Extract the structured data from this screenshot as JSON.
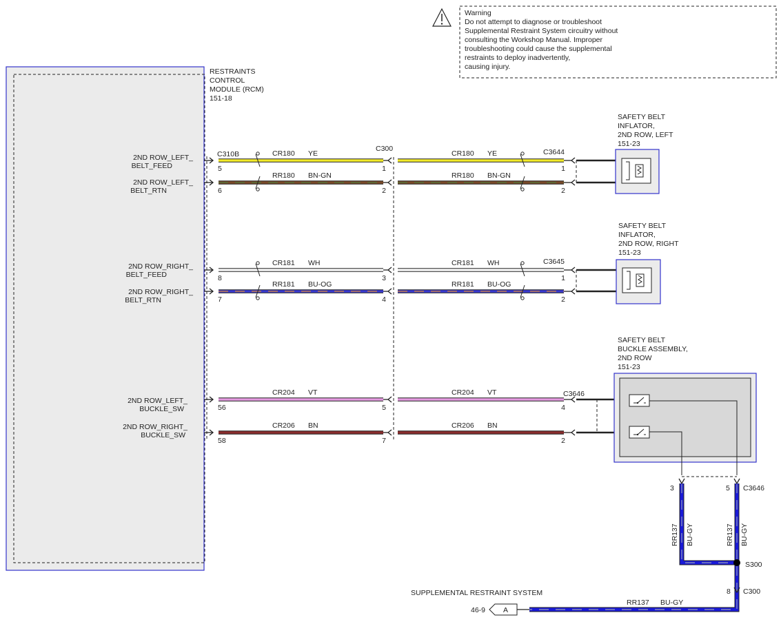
{
  "warning": {
    "title": "Warning",
    "lines": [
      "Do not attempt to diagnose or troubleshoot",
      "Supplemental Restraint System circuitry without",
      "consulting the Workshop Manual. Improper",
      "troubleshooting could cause the supplemental",
      "restraints to deploy inadvertently,",
      "causing injury."
    ]
  },
  "rcm": {
    "label_lines": [
      "RESTRAINTS",
      "CONTROL",
      "MODULE (RCM)",
      "151-18"
    ],
    "connector": "C310B"
  },
  "inline_connector": "C300",
  "pins": [
    {
      "lines": [
        "2ND ROW_LEFT_",
        "BELT_FEED"
      ]
    },
    {
      "lines": [
        "2ND ROW_LEFT_",
        "BELT_RTN"
      ]
    },
    {
      "lines": [
        "2ND ROW_RIGHT_",
        "BELT_FEED"
      ]
    },
    {
      "lines": [
        "2ND ROW_RIGHT_",
        "BELT_RTN"
      ]
    },
    {
      "lines": [
        "2ND ROW_LEFT_",
        "BUCKLE_SW"
      ]
    },
    {
      "lines": [
        "2ND ROW_RIGHT_",
        "BUCKLE_SW"
      ]
    }
  ],
  "circuits": [
    {
      "circuit": "CR180",
      "color_code": "YE",
      "rcm_pin": "5",
      "c300_pin": "1",
      "end_pin": "1",
      "wire_color": "#f2ea2a",
      "stripe": ""
    },
    {
      "circuit": "RR180",
      "color_code": "BN-GN",
      "rcm_pin": "6",
      "c300_pin": "2",
      "end_pin": "2",
      "wire_color": "#7a4a2a",
      "stripe": "#4e7a3a"
    },
    {
      "circuit": "CR181",
      "color_code": "WH",
      "rcm_pin": "8",
      "c300_pin": "3",
      "end_pin": "1",
      "wire_color": "#f4f4f4",
      "stripe": ""
    },
    {
      "circuit": "RR181",
      "color_code": "BU-OG",
      "rcm_pin": "7",
      "c300_pin": "4",
      "end_pin": "2",
      "wire_color": "#3a3ad0",
      "stripe": "#e08a30"
    },
    {
      "circuit": "CR204",
      "color_code": "VT",
      "rcm_pin": "56",
      "c300_pin": "5",
      "end_pin": "4",
      "wire_color": "#e49ae0",
      "stripe": ""
    },
    {
      "circuit": "CR206",
      "color_code": "BN",
      "rcm_pin": "58",
      "c300_pin": "7",
      "end_pin": "2",
      "wire_color": "#8a2e2e",
      "stripe": ""
    }
  ],
  "components": {
    "left_inflator": {
      "lines": [
        "SAFETY BELT",
        "INFLATOR,",
        "2ND ROW, LEFT",
        "151-23"
      ],
      "connector": "C3644"
    },
    "right_inflator": {
      "lines": [
        "SAFETY BELT",
        "INFLATOR,",
        "2ND ROW, RIGHT",
        "151-23"
      ],
      "connector": "C3645"
    },
    "buckle": {
      "lines": [
        "SAFETY BELT",
        "BUCKLE ASSEMBLY,",
        "2ND ROW",
        "151-23"
      ],
      "connector": "C3646"
    }
  },
  "ground": {
    "circuit": "RR137",
    "color_code": "BU-GY",
    "wire_color": "#1a1ad8",
    "stripe": "#9aa0b0",
    "connector": "C3646",
    "pin_left": "3",
    "pin_right": "5",
    "splice": "S300",
    "c300_pin": "8",
    "c300_label": "C300",
    "system": "SUPPLEMENTAL RESTRAINT SYSTEM",
    "ref_page": "46-9",
    "ref_letter": "A"
  },
  "colors": {
    "component_fill": "#ebebeb",
    "border_blue": "#3333cc",
    "line": "#222222"
  }
}
